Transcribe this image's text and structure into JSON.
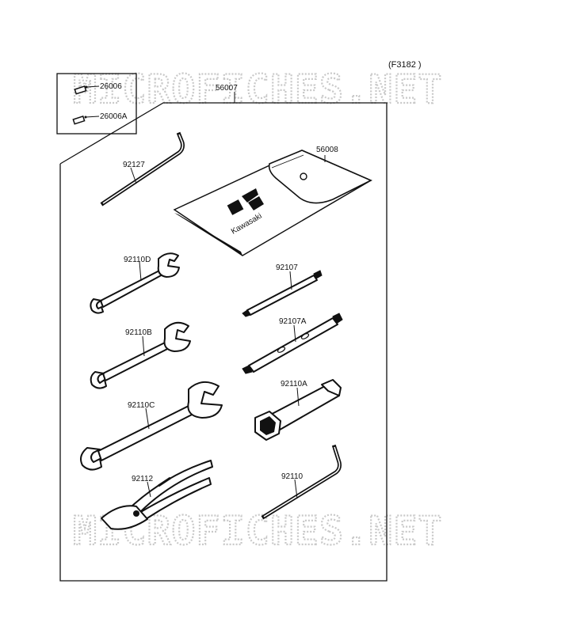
{
  "figure_code": "(F3182 )",
  "watermark": "MICROFICHES.NET",
  "parts": {
    "p26006": "26006",
    "p26006a": "26006A",
    "p56007": "56007",
    "p56008": "56008",
    "p92127": "92127",
    "p92110d": "92110D",
    "p92110b": "92110B",
    "p92110c": "92110C",
    "p92112": "92112",
    "p92107": "92107",
    "p92107a": "92107A",
    "p92110a": "92110A",
    "p92110": "92110"
  },
  "pouch_brand": "Kawasaki"
}
